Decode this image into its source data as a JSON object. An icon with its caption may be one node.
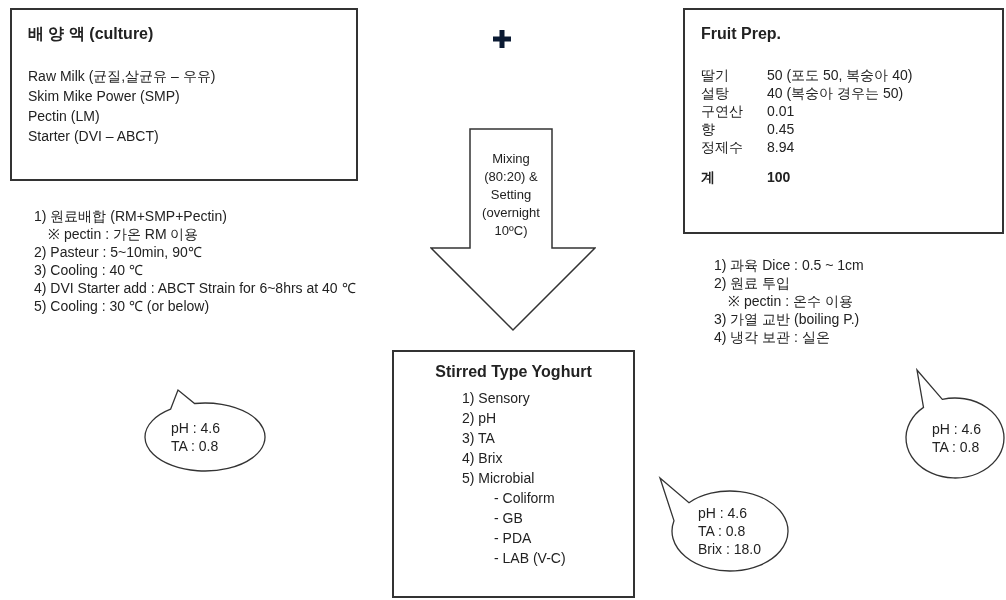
{
  "diagram": {
    "nodes": [
      {
        "text": [
          "배 양 액 (culture)",
          "Raw Milk (균질,살균유 – 우유)",
          "Skim Mike Power (SMP)",
          "Pectin (LM)",
          "Starter (DVI – ABCT)"
        ]
      },
      {
        "text": [
          "Fruit Prep.",
          "딸기",
          "50 (포도 50, 복숭아 40)",
          "설탕",
          "40 (복숭아 경우는   50)",
          "구연산",
          "0.01",
          "향",
          "0.45",
          "정제수",
          "8.94",
          "계",
          "100"
        ]
      },
      {
        "text": [
          "Mixing (80:20) & Setting (overnight 10ºC)"
        ]
      },
      {
        "text": [
          "Stirred Type Yoghurt",
          "1) Sensory",
          "2) pH",
          "3) TA",
          "4) Brix",
          "5) Microbial",
          "- Coliform",
          "- GB",
          "- PDA",
          "- LAB (V-C)"
        ]
      },
      {
        "text": [
          "pH : 4.6",
          "TA : 0.8"
        ]
      },
      {
        "text": [
          "pH : 4.6",
          "TA : 0.8",
          "Brix : 18.0"
        ]
      },
      {
        "text": [
          "pH : 4.6",
          "TA : 0.8"
        ]
      }
    ],
    "labels": [
      "1) 원료배합 (RM+SMP+Pectin)",
      "※ pectin : 가온 RM 이용",
      "2) Pasteur : 5~10min, 90℃",
      "3) Cooling : 40 ℃",
      "4) DVI Starter add : ABCT Strain for 6~8hrs at 40 ℃",
      "5) Cooling : 30 ℃ (or below)",
      "1) 과육 Dice : 0.5 ~ 1cm",
      "2) 원료 투입",
      "※ pectin : 온수 이용",
      "3) 가열 교반 (boiling P.)",
      "4) 냉각 보관 : 실온"
    ]
  }
}
